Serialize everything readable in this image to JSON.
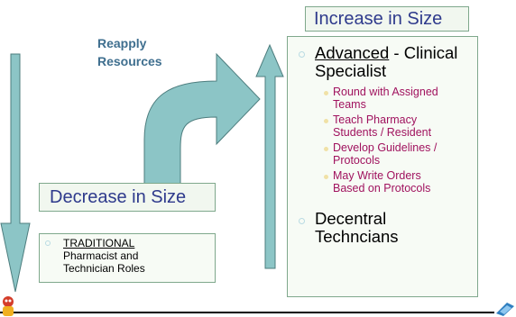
{
  "labels": {
    "reapply": [
      "Reapply",
      "Resources"
    ],
    "increase": "Increase in Size",
    "decrease": "Decrease in Size"
  },
  "right_box": {
    "item1_underlined": "Advanced",
    "item1_rest": " - Clinical",
    "item1_line2": "Specialist",
    "subitems": [
      [
        "Round with Assigned",
        "Teams"
      ],
      [
        "Teach Pharmacy",
        "Students / Resident"
      ],
      [
        "Develop Guidelines /",
        "Protocols"
      ],
      [
        "May Write Orders",
        "Based on Protocols"
      ]
    ],
    "item2": [
      "Decentral",
      "Techncians"
    ]
  },
  "left_box": {
    "underlined": "TRADITIONAL",
    "lines": [
      "Pharmacist and",
      "Technician Roles"
    ]
  },
  "colors": {
    "arrow_fill": "#8cc5c6",
    "arrow_stroke": "#4d7d7e",
    "title_text": "#2e3a8c",
    "sub_text": "#a0125e",
    "reapply_text": "#3f6f8f"
  },
  "icons": {
    "logo_left": "mascot-icon",
    "logo_right": "corner-logo-icon"
  }
}
